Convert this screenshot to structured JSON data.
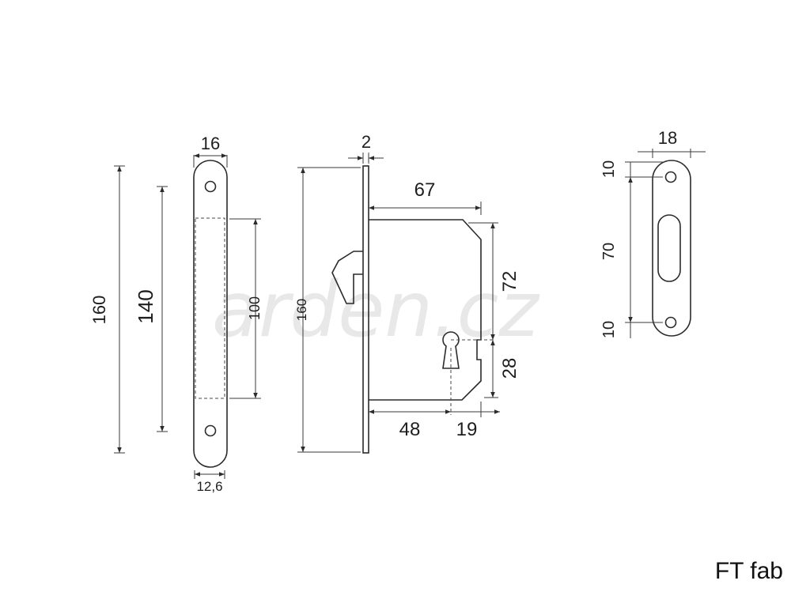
{
  "watermark": "arden.cz",
  "footer": {
    "model": "FT fab"
  },
  "views": {
    "front_plate": {
      "width": "16",
      "height_overall": "160",
      "height_holes": "140",
      "pocket_height": "100",
      "bottom_width": "12,6"
    },
    "side_body": {
      "faceplate_thickness": "2",
      "height": "160",
      "body_depth": "67",
      "upper_height": "72",
      "lower_height": "28",
      "backset": "48",
      "body_rear": "19"
    },
    "strike_plate": {
      "width": "18",
      "top_offset": "10",
      "slot_length": "70",
      "bottom_offset": "10"
    }
  }
}
